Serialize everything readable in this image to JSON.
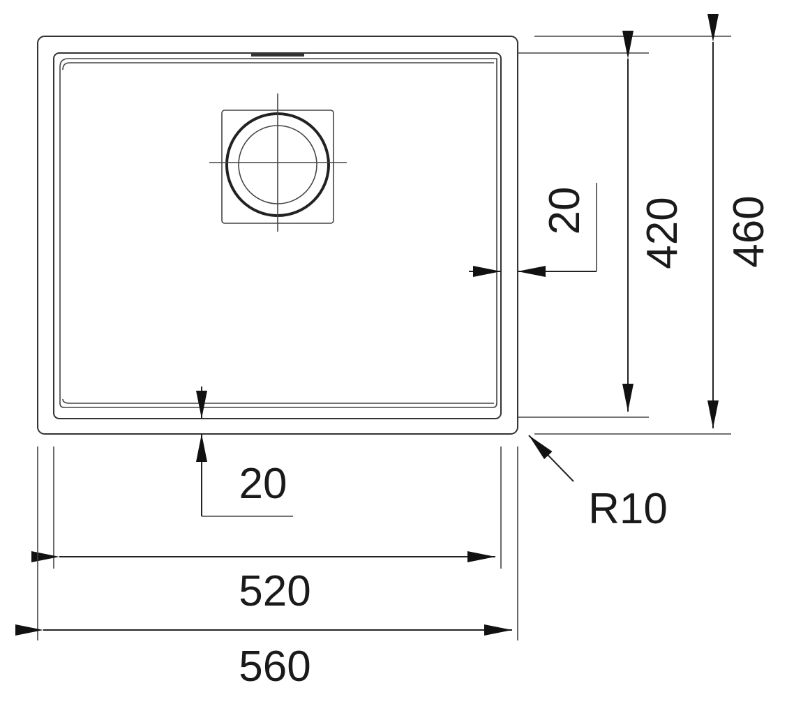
{
  "title": "Undermount sink dimension drawing",
  "dimensions": {
    "outer_width": "560",
    "inner_width": "520",
    "outer_depth": "460",
    "inner_depth": "420",
    "side_rim": "20",
    "bottom_rim": "20",
    "corner_radius": "R10"
  },
  "colors": {
    "line": "#333333",
    "background": "#ffffff"
  }
}
